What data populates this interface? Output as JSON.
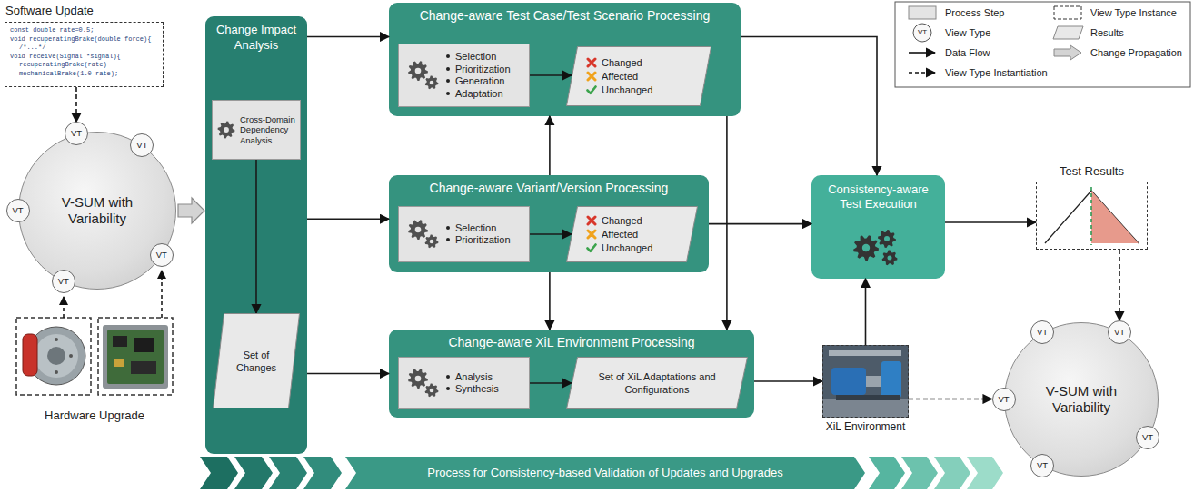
{
  "diagram": {
    "nodes": [
      {
        "text": [
          "Software Update",
          "const double rate=0.5;",
          "void recuperatingBrake(double force){",
          "/*...*/",
          "void receive(Signal *signal){",
          "recuperatingBrake(rate)",
          "mechanicalBrake(1.0-rate);"
        ]
      },
      {
        "text": [
          "V-SUM with Variability"
        ]
      },
      {
        "text": [
          "VT"
        ],
        "in": 1
      },
      {
        "text": [
          "VT"
        ],
        "in": 1
      },
      {
        "text": [
          "VT"
        ],
        "in": 1
      },
      {
        "text": [
          "VT"
        ],
        "in": 1
      },
      {
        "text": [
          "VT"
        ],
        "in": 1
      },
      {
        "text": [
          "Change Impact Analysis"
        ]
      },
      {
        "text": [
          "Cross-Domain Dependency Analysis"
        ],
        "in": 7
      },
      {
        "text": [
          "Set of Changes"
        ],
        "in": 7
      },
      {
        "text": [
          "Change-aware Test Case/Test Scenario Processing"
        ]
      },
      {
        "text": [
          "Selection",
          "Prioritization",
          "Generation",
          "Adaptation"
        ],
        "in": 10
      },
      {
        "text": [
          "Changed",
          "Affected",
          "Unchanged"
        ],
        "in": 10
      },
      {
        "text": [
          "Change-aware Variant/Version Processing"
        ]
      },
      {
        "text": [
          "Selection",
          "Prioritization"
        ],
        "in": 13
      },
      {
        "text": [
          "Changed",
          "Affected",
          "Unchanged"
        ],
        "in": 13
      },
      {
        "text": [
          "Change-aware XiL Environment Processing"
        ]
      },
      {
        "text": [
          "Analysis",
          "Synthesis"
        ],
        "in": 16
      },
      {
        "text": [
          "Set of XiL Adaptations and Configurations"
        ],
        "in": 16
      },
      {
        "text": [
          "Consistency-aware Test Execution"
        ]
      },
      {
        "text": [
          "Test Results"
        ]
      },
      {
        "text": [
          "XiL Environment"
        ]
      },
      {
        "text": [
          "V-SUM with Variability"
        ]
      },
      {
        "text": [
          "VT"
        ],
        "in": 22
      },
      {
        "text": [
          "VT"
        ],
        "in": 22
      },
      {
        "text": [
          "VT"
        ],
        "in": 22
      },
      {
        "text": [
          "VT"
        ],
        "in": 22
      },
      {
        "text": [
          "VT"
        ],
        "in": 22
      },
      {
        "text": [
          "Process for Consistency-based Validation of Updates and Upgrades"
        ]
      }
    ],
    "edges": [
      {
        "from": 0,
        "to": 2,
        "arrow": "to"
      },
      {
        "from": 1,
        "to": 7,
        "arrow": "to"
      },
      {
        "from": 8,
        "to": 9,
        "arrow": "to"
      },
      {
        "from": 7,
        "to": 10,
        "arrow": "to"
      },
      {
        "from": 7,
        "to": 13,
        "arrow": "to"
      },
      {
        "from": 7,
        "to": 16,
        "arrow": "to"
      },
      {
        "from": 11,
        "to": 12,
        "arrow": "to"
      },
      {
        "from": 14,
        "to": 15,
        "arrow": "to"
      },
      {
        "from": 17,
        "to": 18,
        "arrow": "to"
      },
      {
        "from": 13,
        "to": 10,
        "arrow": "to"
      },
      {
        "from": 13,
        "to": 16,
        "arrow": "to"
      },
      {
        "from": 10,
        "to": 16,
        "arrow": "to"
      },
      {
        "from": 10,
        "to": 19,
        "arrow": "to"
      },
      {
        "from": 13,
        "to": 19,
        "arrow": "to"
      },
      {
        "from": 16,
        "to": 21,
        "arrow": "to"
      },
      {
        "from": 21,
        "to": 19,
        "arrow": "to"
      },
      {
        "from": 19,
        "to": 20,
        "arrow": "to"
      },
      {
        "from": 20,
        "to": 24,
        "arrow": "to"
      },
      {
        "from": 21,
        "to": 25,
        "arrow": "to"
      }
    ],
    "labels": [
      "Hardware Upgrade",
      "VT"
    ],
    "legend": [
      {
        "text": "Process Step"
      },
      {
        "text": "View Type Instance"
      },
      {
        "text": "View Type"
      },
      {
        "text": "Results"
      },
      {
        "text": "Data Flow"
      },
      {
        "text": "Change Propagation"
      },
      {
        "text": "View Type Instantiation"
      }
    ]
  }
}
